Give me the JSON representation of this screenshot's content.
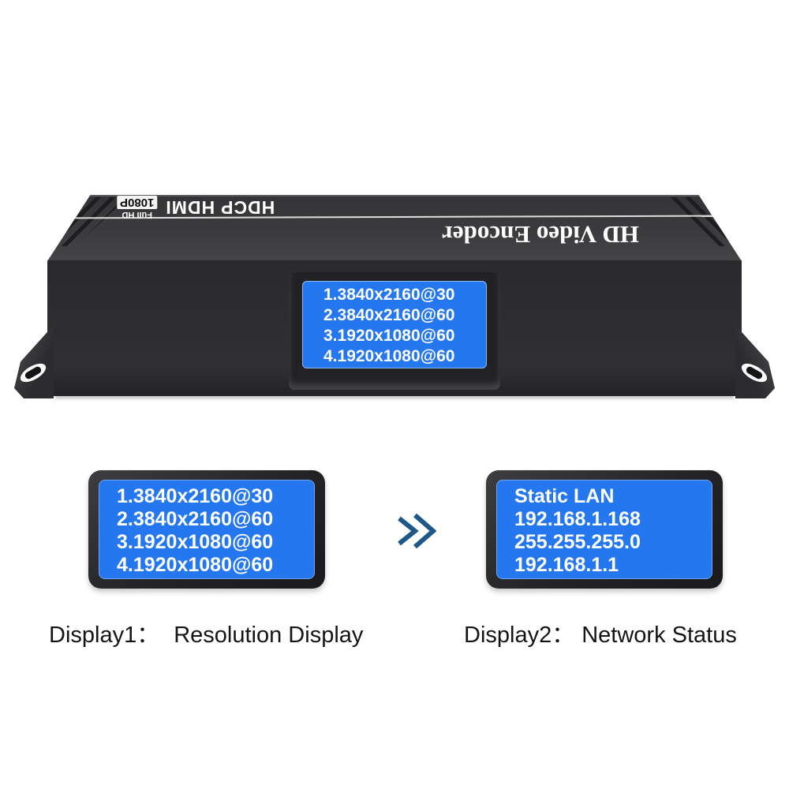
{
  "product": {
    "top_marking": {
      "label": "HDCP HDMI",
      "sub_small": "Full HD",
      "sub_badge": "1080P"
    },
    "title": "HD Video Encoder",
    "lcd_lines": [
      "1.3840x2160@30",
      "2.3840x2160@60",
      "3.1920x1080@60",
      "4.1920x1080@60"
    ]
  },
  "display1": {
    "screen_lines": [
      "1.3840x2160@30",
      "2.3840x2160@60",
      "3.1920x1080@60",
      "4.1920x1080@60"
    ],
    "caption_label": "Display1：",
    "caption_text": "Resolution Display"
  },
  "display2": {
    "screen_lines": [
      "Static LAN",
      "192.168.1.168",
      "255.255.255.0",
      "192.168.1.1"
    ],
    "caption_label": "Display2：",
    "caption_text": "Network Status"
  },
  "colors": {
    "lcd_blue": "#2577f0",
    "arrow_blue": "#1d5888",
    "body_dark": "#2d2d2f"
  }
}
